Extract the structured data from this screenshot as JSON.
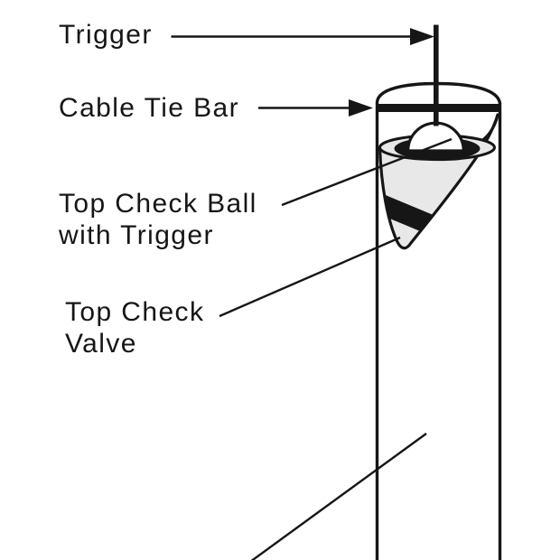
{
  "colors": {
    "ink": "#161616",
    "valve_gray": "#e8e8e8",
    "ball_white": "#ffffff",
    "background": "#ffffff"
  },
  "labels": {
    "trigger": "Trigger",
    "cable_tie_bar": "Cable Tie Bar",
    "top_check_ball": [
      "Top Check Ball",
      "with Trigger"
    ],
    "top_check_valve": [
      "Top Check",
      "Valve"
    ]
  }
}
